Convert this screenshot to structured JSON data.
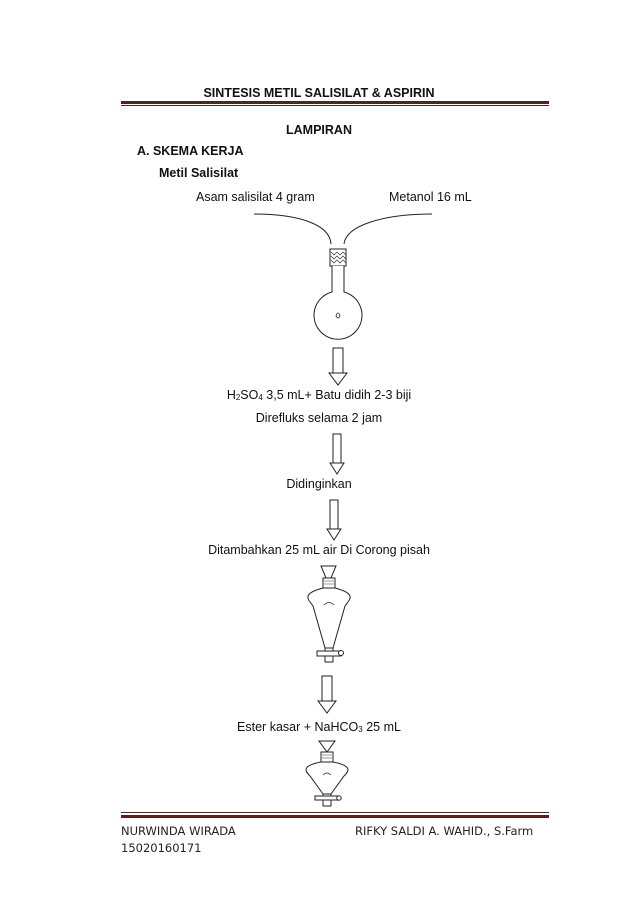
{
  "header": {
    "title": "SINTESIS METIL SALISILAT & ASPIRIN"
  },
  "section_label": "LAMPIRAN",
  "section": {
    "title": "A.  SKEMA KERJA",
    "subtitle": "Metil Salisilat"
  },
  "flow": {
    "reagent_left": "Asam salisilat 4 gram",
    "reagent_right": "Metanol 16 mL",
    "step1_h": "H",
    "step1_sub1": "2",
    "step1_so": "SO",
    "step1_sub2": "4",
    "step1_rest": " 3,5 mL+ Batu didih 2-3 biji",
    "step1_line2": "Direfluks selama 2 jam",
    "step2": "Didinginkan",
    "step3": "Ditambahkan 25 mL air Di Corong pisah",
    "step4_a": "Ester kasar + NaHCO",
    "step4_sub": "3",
    "step4_b": " 25 mL"
  },
  "footer": {
    "left_name": "NURWINDA WIRADA",
    "left_id": "15020160171",
    "right_name": "RIFKY SALDI A. WAHID., S.Farm"
  }
}
